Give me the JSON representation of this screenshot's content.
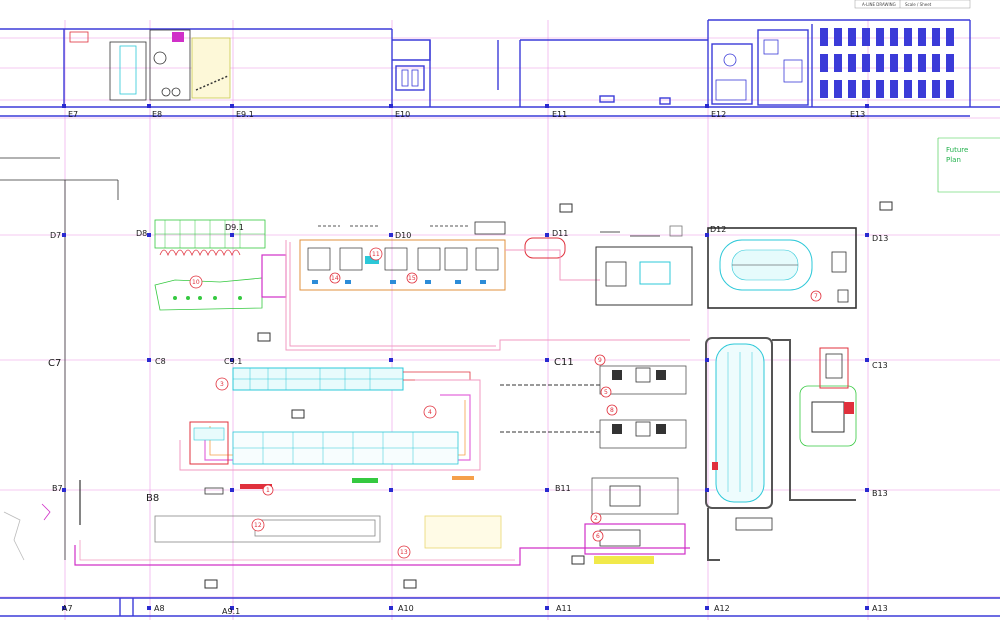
{
  "title_block": {
    "left_text": "A-LINE DRAWING",
    "right_text": "Scale / Sheet"
  },
  "grid_top": [
    "E7",
    "E8",
    "E9.1",
    "E10",
    "E11",
    "E12",
    "E13"
  ],
  "grid_bottom": [
    "A7",
    "A8",
    "A9.1",
    "A10",
    "A11",
    "A12",
    "A13"
  ],
  "row_d": [
    "D7",
    "D8",
    "D9.1",
    "D10",
    "D11",
    "D12",
    "D13"
  ],
  "row_c": [
    "C7",
    "C8",
    "C9.1",
    "C11",
    "C13"
  ],
  "row_b": [
    "B7",
    "B8",
    "B11",
    "B13"
  ],
  "station_numbers": [
    "1",
    "2",
    "3",
    "4",
    "5",
    "6",
    "7",
    "8",
    "9",
    "10",
    "11",
    "12",
    "13",
    "14",
    "15"
  ],
  "side_note": [
    "Future",
    "Plan"
  ],
  "colors": {
    "wall": "#3b3bd8",
    "grid": "#e36bdc",
    "cyan": "#2cc8d8",
    "green": "#35c940",
    "red": "#e0303c",
    "orange": "#f5a04a",
    "dark": "#333333"
  }
}
